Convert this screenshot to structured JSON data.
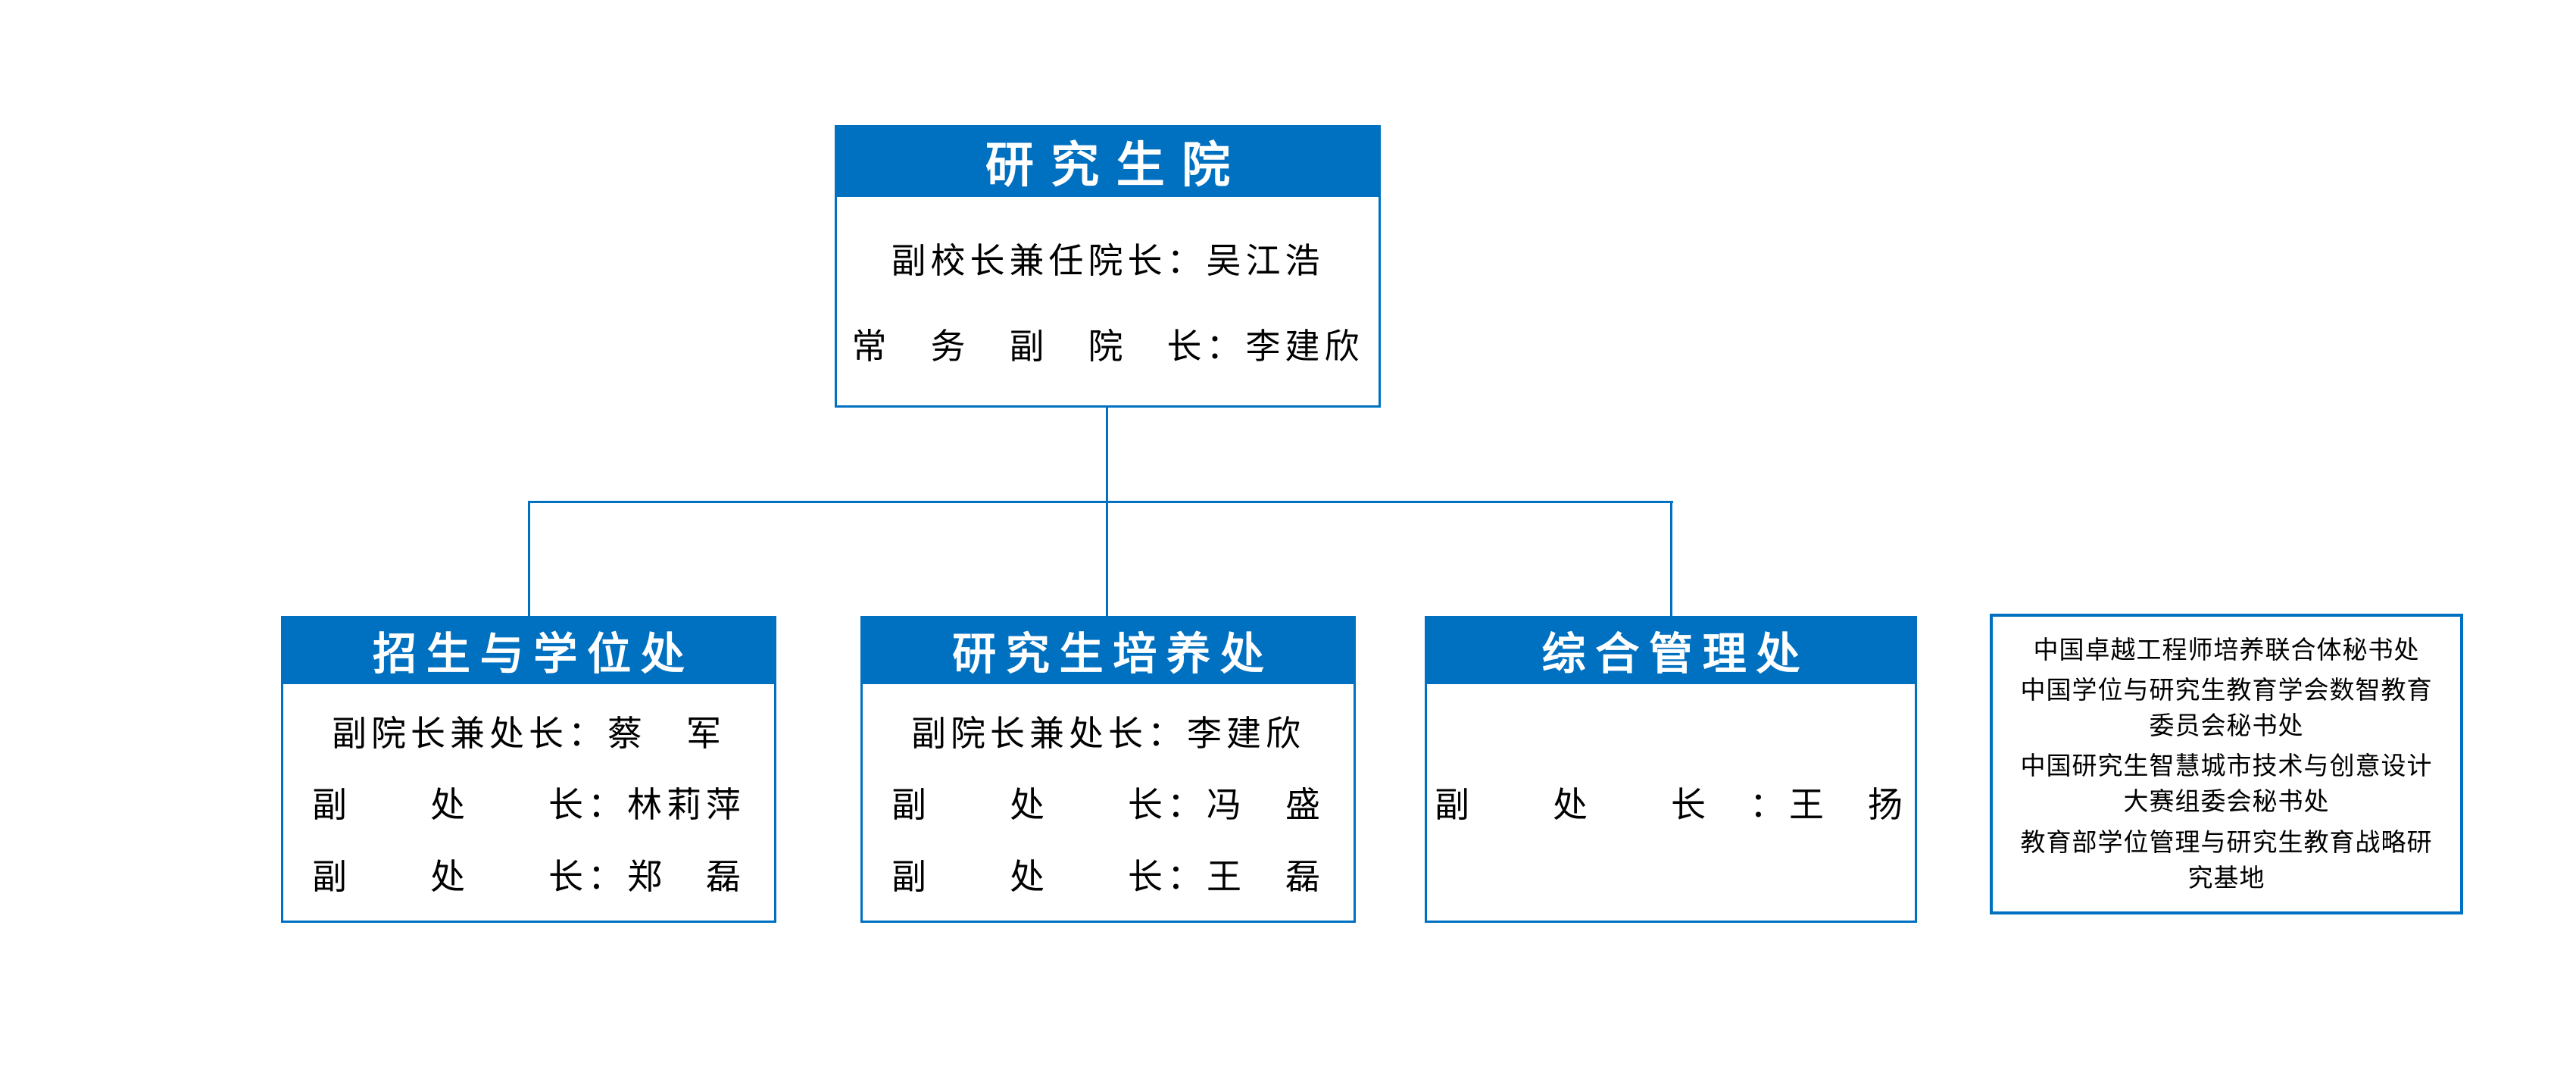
{
  "colors": {
    "primary_blue": "#0070C0",
    "header_text": "#ffffff",
    "body_text": "#000000",
    "page_background": "#ffffff"
  },
  "org_chart": {
    "root": {
      "title": "研究生院",
      "lines": [
        "副校长兼任院长：吴江浩",
        "常　务　副　院　长：李建欣"
      ]
    },
    "departments": [
      {
        "title": "招生与学位处",
        "lines": [
          "副院长兼处长：蔡　军",
          "副　　处　　长：林莉萍",
          "副　　处　　长：郑　磊"
        ]
      },
      {
        "title": "研究生培养处",
        "lines": [
          "副院长兼处长：李建欣",
          "副　　处　　长：冯　盛",
          "副　　处　　长：王　磊"
        ]
      },
      {
        "title": "综合管理处",
        "lines": [
          "副　　处　　长　：王　扬"
        ]
      }
    ],
    "affiliated_offices": {
      "items": [
        "中国卓越工程师培养联合体秘书处",
        "中国学位与研究生教育学会数智教育委员会秘书处",
        "中国研究生智慧城市技术与创意设计大赛组委会秘书处",
        "教育部学位管理与研究生教育战略研究基地"
      ]
    }
  }
}
